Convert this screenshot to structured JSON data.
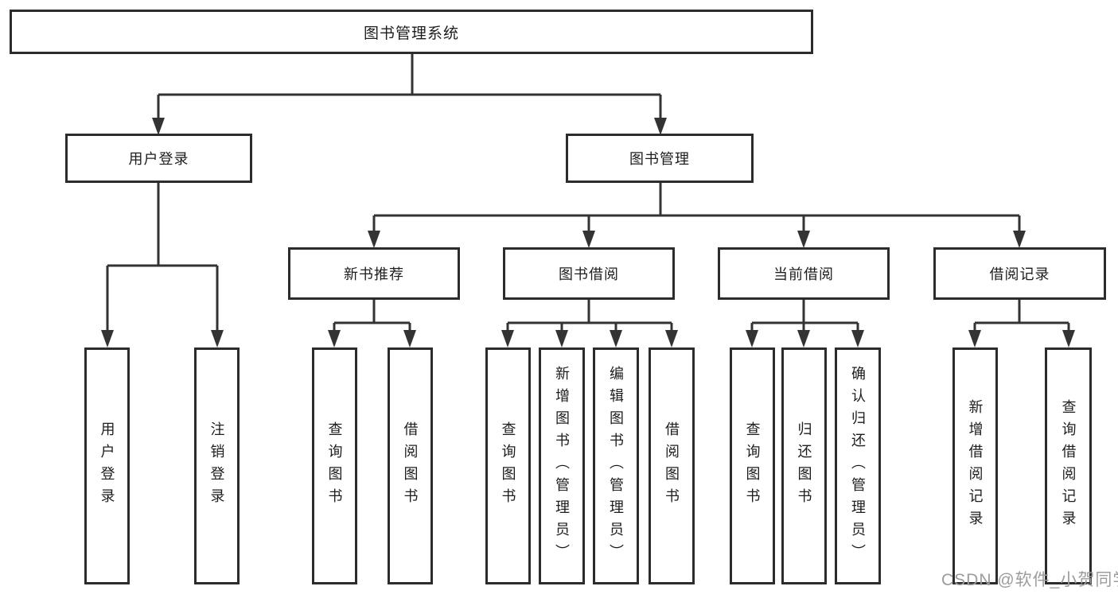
{
  "diagram": {
    "root": {
      "label": "图书管理系统"
    },
    "level2": [
      {
        "label": "用户登录",
        "children": [
          {
            "label": "用户登录"
          },
          {
            "label": "注销登录"
          }
        ]
      },
      {
        "label": "图书管理",
        "children": [
          {
            "label": "新书推荐",
            "children": [
              {
                "label": "查询图书"
              },
              {
                "label": "借阅图书"
              }
            ]
          },
          {
            "label": "图书借阅",
            "children": [
              {
                "label": "查询图书"
              },
              {
                "label": "新增图书（管理员）"
              },
              {
                "label": "编辑图书（管理员）"
              },
              {
                "label": "借阅图书"
              }
            ]
          },
          {
            "label": "当前借阅",
            "children": [
              {
                "label": "查询图书"
              },
              {
                "label": "归还图书"
              },
              {
                "label": "确认归还（管理员）"
              }
            ]
          },
          {
            "label": "借阅记录",
            "children": [
              {
                "label": "新增借阅记录"
              },
              {
                "label": "查询借阅记录"
              }
            ]
          }
        ]
      }
    ]
  },
  "watermark": {
    "text": "CSDN @软件_小贺同学"
  },
  "colors": {
    "line": "#333333",
    "box_border": "#2c2c2c",
    "box_background": "#ffffff",
    "text": "#1d1d1d",
    "watermark": "#9c9c9c",
    "page_background": "#ffffff"
  }
}
